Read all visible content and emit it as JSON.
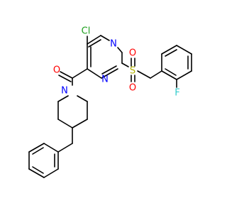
{
  "molecule": {
    "colors": {
      "bond": "#000000",
      "Cl": "#1fa01f",
      "N": "#0000ff",
      "O": "#ff0000",
      "S": "#b3b300",
      "F": "#33cccc"
    },
    "labels": {
      "cl": "Cl",
      "n_ring_top": "N",
      "n_ring_bottom": "N",
      "o_carbonyl": "O",
      "n_piperidine": "N",
      "s": "S",
      "o_sulfonyl_top": "O",
      "o_sulfonyl_bottom": "O",
      "f": "F"
    }
  }
}
